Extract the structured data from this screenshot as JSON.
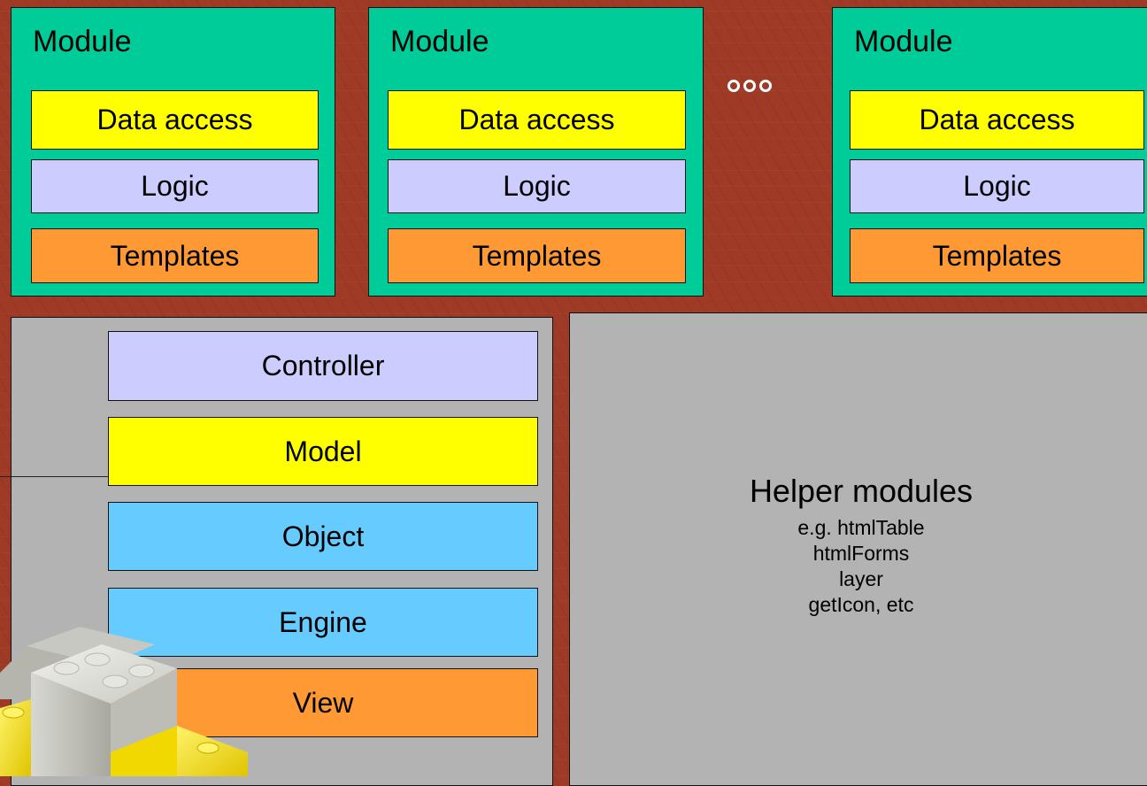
{
  "modules": [
    {
      "title": "Module",
      "layers": [
        "Data access",
        "Logic",
        "Templates"
      ]
    },
    {
      "title": "Module",
      "layers": [
        "Data access",
        "Logic",
        "Templates"
      ]
    },
    {
      "title": "Module",
      "layers": [
        "Data access",
        "Logic",
        "Templates"
      ]
    }
  ],
  "core": {
    "layers": [
      "Controller",
      "Model",
      "Object",
      "Engine",
      "View"
    ]
  },
  "helper": {
    "title": "Helper modules",
    "lines": [
      "e.g. htmlTable",
      "htmlForms",
      "layer",
      "getIcon, etc"
    ]
  },
  "colors": {
    "background": "#9e3a26",
    "module": "#00cc99",
    "data_access": "#ffff00",
    "logic": "#ccccff",
    "templates": "#ff9933",
    "object_engine": "#66ccff",
    "panel": "#b3b3b3"
  }
}
